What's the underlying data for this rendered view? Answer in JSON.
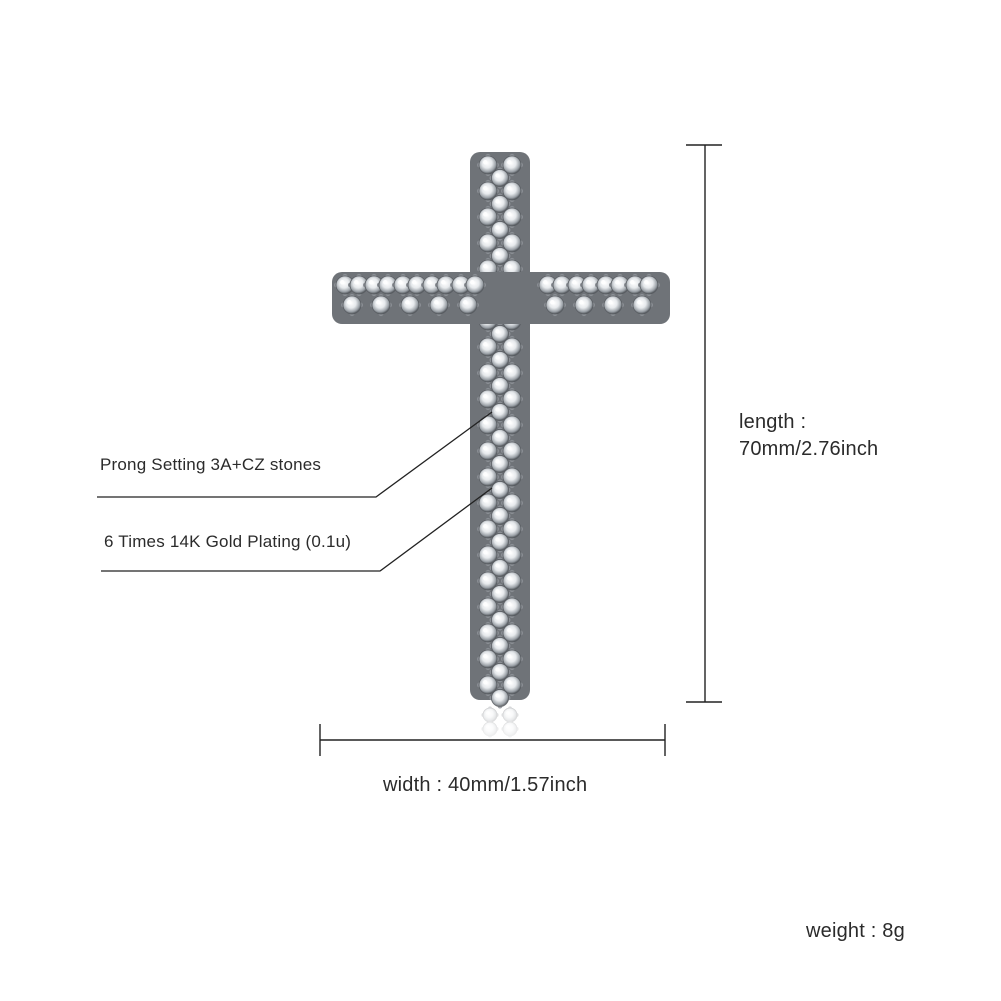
{
  "image": {
    "subject": "cross-pendant-product-photo",
    "background": "#ffffff",
    "metal_color": "#8a8e94",
    "stone_color": "#f4f6f8",
    "line_color": "#222222"
  },
  "annotations": {
    "prong_setting": "Prong Setting 3A+CZ stones",
    "gold_plating": "6 Times 14K Gold Plating (0.1u)"
  },
  "dimensions": {
    "length_label": "length :",
    "length_value": "70mm/2.76inch",
    "width_label": "width : 40mm/1.57inch",
    "weight_label": "weight : 8g"
  }
}
